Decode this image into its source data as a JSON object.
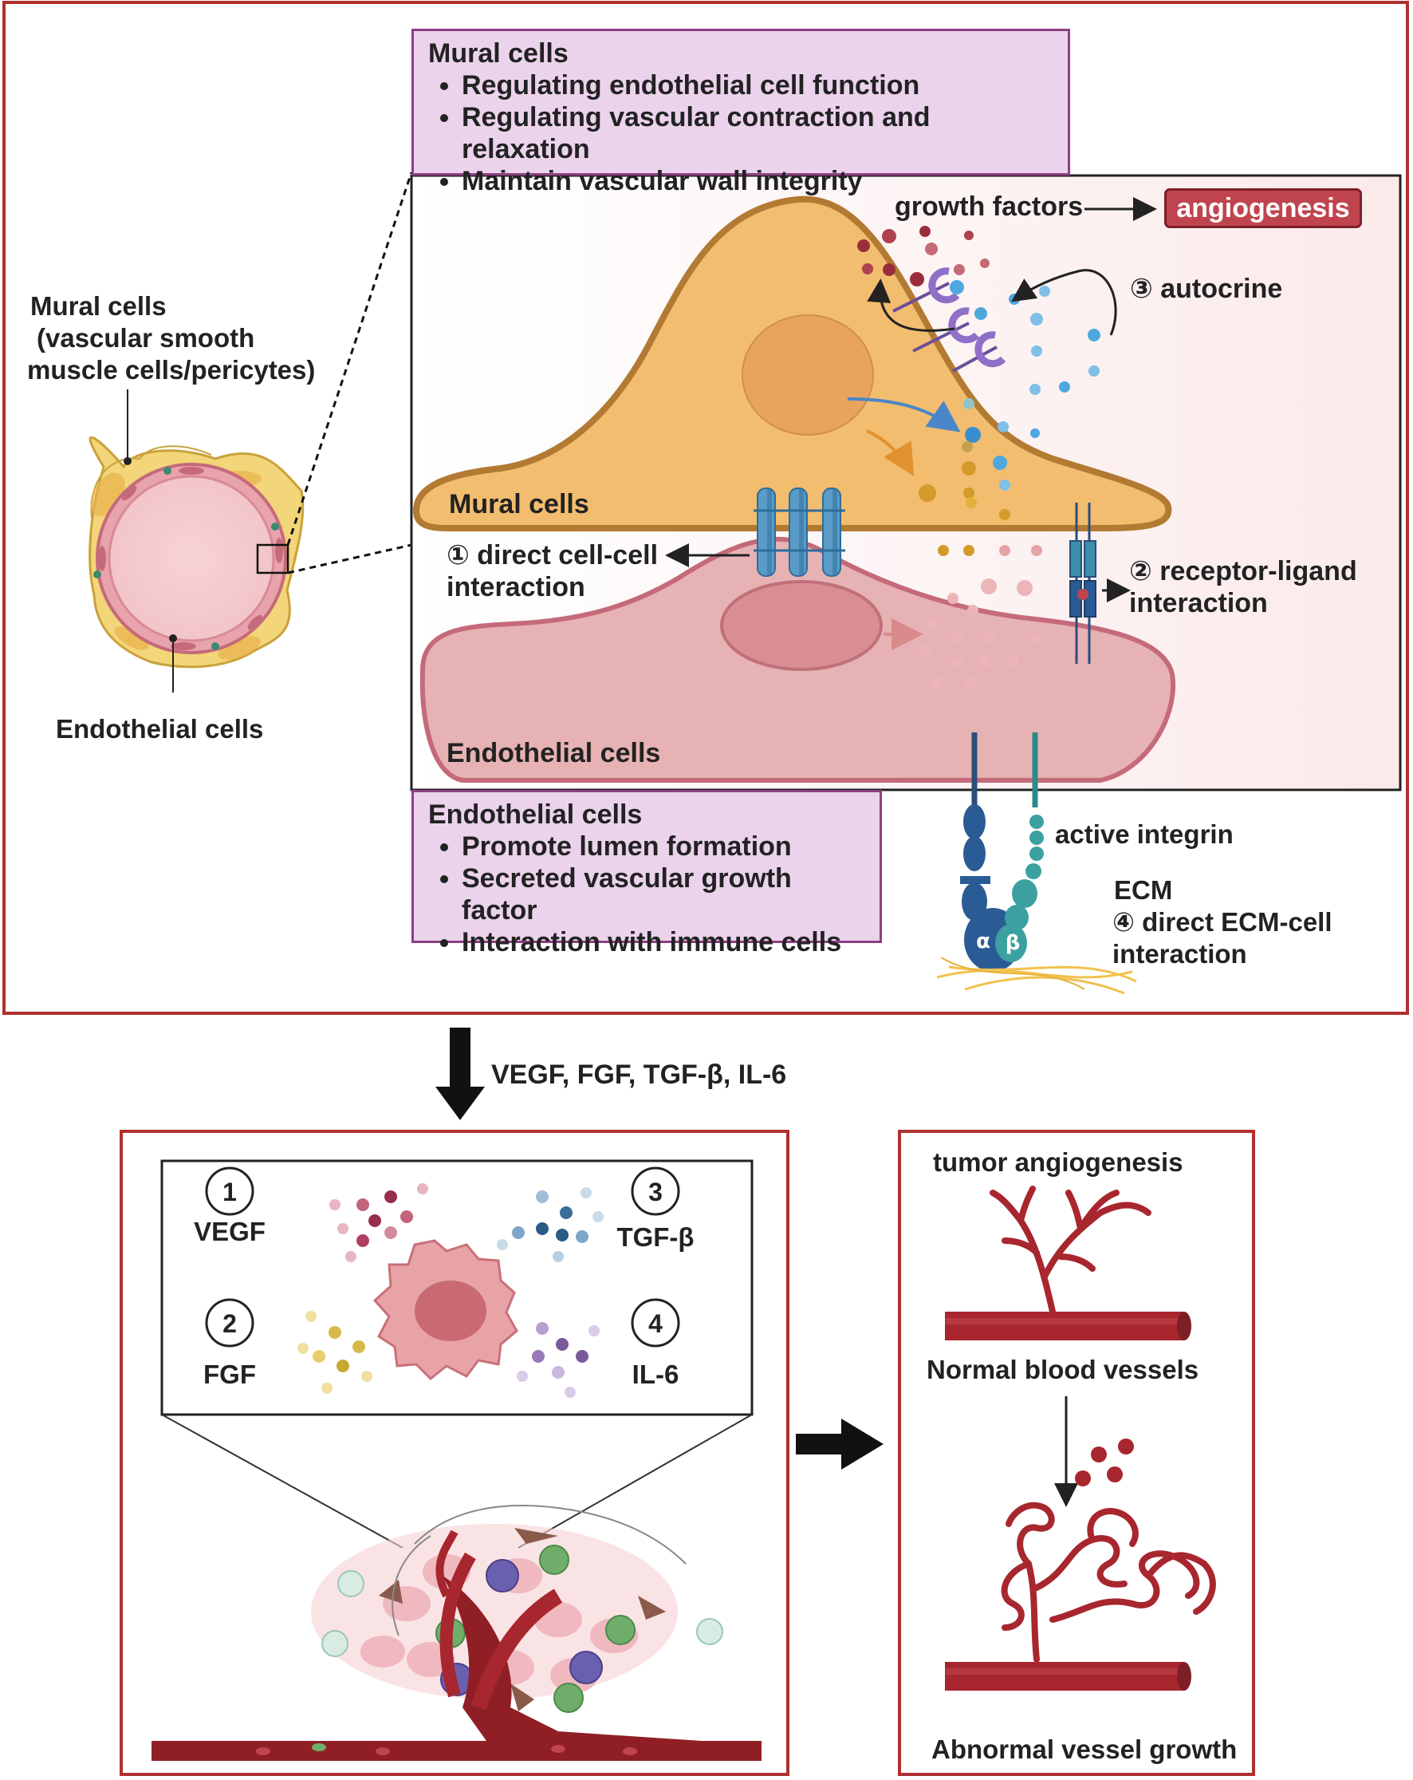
{
  "mural_box": {
    "title": "Mural cells",
    "items": [
      "Regulating endothelial cell function",
      "Regulating vascular contraction and relaxation",
      "Maintain vascular wall integrity"
    ]
  },
  "endo_box": {
    "title": "Endothelial cells",
    "items": [
      "Promote lumen formation",
      "Secreted vascular growth factor",
      "Interaction with immune cells"
    ]
  },
  "left_labels": {
    "mural_line1": "Mural cells",
    "mural_line2": "(vascular smooth",
    "mural_line3": "muscle cells/pericytes)",
    "endothelial": "Endothelial cells"
  },
  "inset": {
    "growth_factors": "growth factors",
    "angiogenesis": "angiogenesis",
    "autocrine": "③ autocrine",
    "mural_cells": "Mural cells",
    "endothelial_cells": "Endothelial cells",
    "direct_line1": "① direct cell-cell",
    "direct_line2": "interaction",
    "receptor_line1": "② receptor-ligand",
    "receptor_line2": "interaction"
  },
  "ecm": {
    "active_integrin": "active integrin",
    "ecm": "ECM",
    "direct_ecm_line1": "④ direct ECM-cell",
    "direct_ecm_line2": "interaction",
    "alpha": "α",
    "beta": "β"
  },
  "flow": {
    "factors_label": "VEGF, FGF, TGF-β, IL-6"
  },
  "factors": [
    {
      "num": "1",
      "label": "VEGF"
    },
    {
      "num": "2",
      "label": "FGF"
    },
    {
      "num": "3",
      "label": "TGF-β"
    },
    {
      "num": "4",
      "label": "IL-6"
    }
  ],
  "tumor_panel": {
    "title": "tumor angiogenesis",
    "normal": "Normal blood vessels",
    "abnormal": "Abnormal vessel growth"
  },
  "colors": {
    "frame_red": "#b03030",
    "mural_orange": "#f3bd6f",
    "mural_outline": "#b27a32",
    "endo_pink": "#e6b2b4",
    "endo_outline": "#c56a7a",
    "box_fill": "#ecd3ec",
    "box_border": "#8d3f83",
    "badge_red": "#c0444f"
  }
}
